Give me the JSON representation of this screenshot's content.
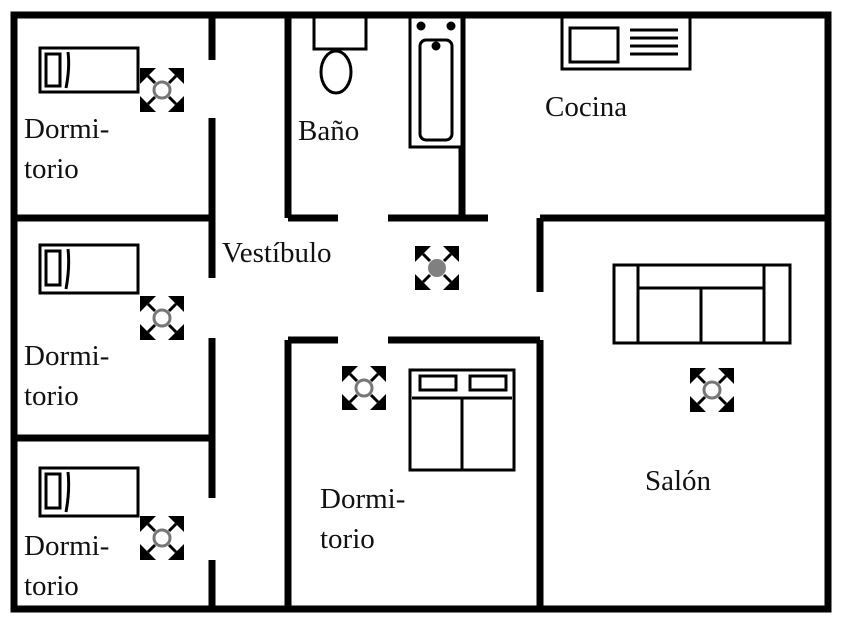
{
  "plan": {
    "colors": {
      "wall": "#000000",
      "background": "#ffffff",
      "marker_center_active": "#808080"
    },
    "labels": {
      "bedroom_1": [
        "Dormi-",
        "torio"
      ],
      "bedroom_2": [
        "Dormi-",
        "torio"
      ],
      "bedroom_3": [
        "Dormi-",
        "torio"
      ],
      "bathroom": "Baño",
      "kitchen": "Cocina",
      "hall": "Vestíbulo",
      "bedroom_main": [
        "Dormi-",
        "torio"
      ],
      "living": "Salón"
    },
    "icons": {
      "single_bed": "single-bed-icon",
      "double_bed": "double-bed-icon",
      "toilet": "toilet-icon",
      "bathtub": "bathtub-icon",
      "stove": "stove-icon",
      "sofa": "sofa-icon",
      "position_marker": "position-marker-icon"
    }
  }
}
